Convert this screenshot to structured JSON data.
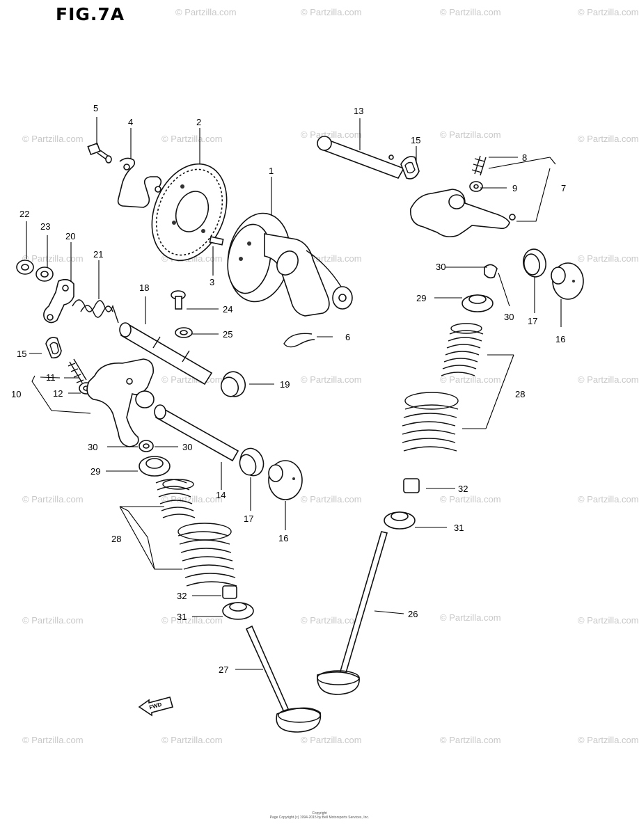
{
  "figure": {
    "title": "FIG.7A"
  },
  "watermark": {
    "text": "© Partzilla.com"
  },
  "fwd_arrow": {
    "label": "FWD"
  },
  "copyright": {
    "line1": "Copyright",
    "line2": "Page Copyright (c) 1994-2015 by Bell Motorsports Services, Inc."
  },
  "part_labels": {
    "p1": "1",
    "p2": "2",
    "p3": "3",
    "p4": "4",
    "p5": "5",
    "p6": "6",
    "p7": "7",
    "p8": "8",
    "p9": "9",
    "p10": "10",
    "p11": "11",
    "p12": "12",
    "p13": "13",
    "p14": "14",
    "p15a": "15",
    "p15b": "15",
    "p16a": "16",
    "p16b": "16",
    "p17a": "17",
    "p17b": "17",
    "p18": "18",
    "p19": "19",
    "p20": "20",
    "p21": "21",
    "p22": "22",
    "p23": "23",
    "p24": "24",
    "p25": "25",
    "p26": "26",
    "p27": "27",
    "p28a": "28",
    "p28b": "28",
    "p29a": "29",
    "p29b": "29",
    "p30a": "30",
    "p30b": "30",
    "p30c": "30",
    "p30d": "30",
    "p31a": "31",
    "p31b": "31",
    "p32a": "32",
    "p32b": "32"
  }
}
